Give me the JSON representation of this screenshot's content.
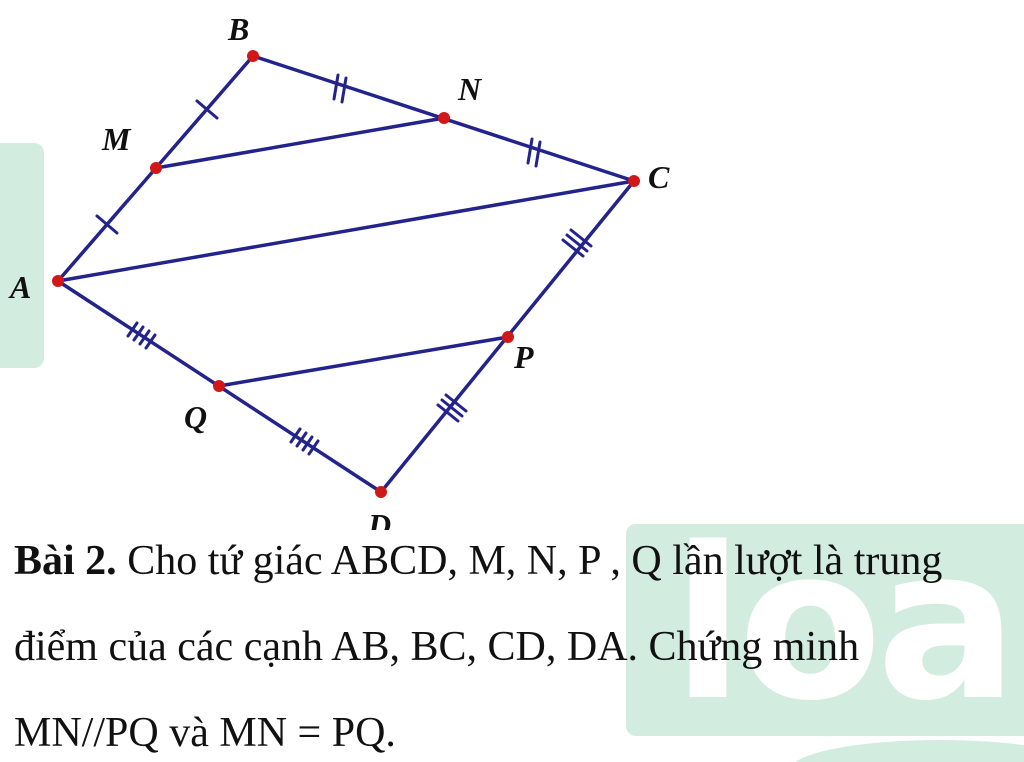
{
  "watermark": {
    "text": "loai",
    "color": "#d3ece0"
  },
  "figure": {
    "line_color": "#23238c",
    "point_color": "#d01818",
    "points": {
      "A": "A",
      "B": "B",
      "C": "C",
      "D": "D",
      "M": "M",
      "N": "N",
      "P": "P",
      "Q": "Q"
    }
  },
  "problem": {
    "number": "Bài 2.",
    "line1": " Cho tứ giác ABCD, M, N, P , Q lần lượt là trung",
    "line2": "điểm của các cạnh AB, BC, CD, DA. Chứng minh",
    "line3": "MN//PQ và MN = PQ."
  }
}
